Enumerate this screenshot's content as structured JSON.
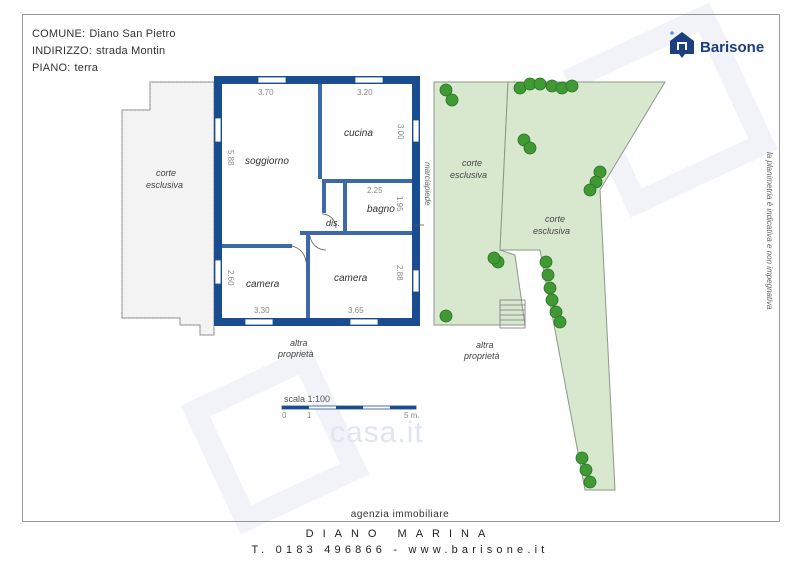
{
  "header": {
    "comune_label": "COMUNE:",
    "comune_value": "Diano San Pietro",
    "indirizzo_label": "INDIRIZZO:",
    "indirizzo_value": "strada Montin",
    "piano_label": "PIANO:",
    "piano_value": "terra"
  },
  "brand": {
    "name": "Barisone",
    "icon": "house-icon",
    "color": "#1c3f82"
  },
  "plan": {
    "wall_color": "#1a4d8f",
    "garden_color": "#d8e8cf",
    "rooms": {
      "soggiorno": "soggiorno",
      "cucina": "cucina",
      "bagno": "bagno",
      "dis": "dis.",
      "camera_1": "camera",
      "camera_2": "camera"
    },
    "areas": {
      "corte_left_1": "corte",
      "corte_left_2": "esclusiva",
      "corte_mid_1": "corte",
      "corte_mid_2": "esclusiva",
      "corte_right_1": "corte",
      "corte_right_2": "esclusiva",
      "altra_left_1": "altra",
      "altra_left_2": "proprietà",
      "altra_right_1": "altra",
      "altra_right_2": "proprietà",
      "marciapiede": "marciapiede"
    },
    "dimensions": {
      "d370": "3.70",
      "d320": "3.20",
      "d300": "3.00",
      "d588": "5.88",
      "d225": "2.25",
      "d195": "1.95",
      "d260": "2.60",
      "d288": "2.88",
      "d330": "3.30",
      "d365": "3.65"
    },
    "scale_label": "scala 1:100",
    "scale_ticks": [
      "0",
      "1",
      "5 m."
    ],
    "side_note": "la planimetria è indicativa e non impegnativa"
  },
  "watermark": "casa.it",
  "footer": {
    "agency": "agenzia immobiliare",
    "city": "DIANO MARINA",
    "contact": "T. 0183 496866  -  www.barisone.it"
  }
}
